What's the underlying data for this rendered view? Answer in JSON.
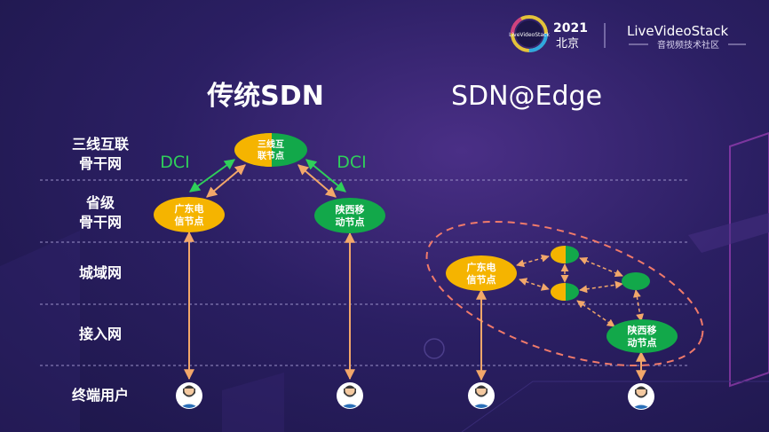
{
  "header": {
    "year": "2021",
    "city": "北京",
    "logo_badge_text": "LiveVideoStack",
    "brand": "LiveVideoStack",
    "brand_subtitle": "音视频技术社区"
  },
  "titles": {
    "left": "传统SDN",
    "right": "SDN@Edge"
  },
  "layers": [
    {
      "line1": "三线互联",
      "line2": "骨干网"
    },
    {
      "line1": "省级",
      "line2": "骨干网"
    },
    {
      "line1": "城域网",
      "line2": ""
    },
    {
      "line1": "接入网",
      "line2": ""
    },
    {
      "line1": "终端用户",
      "line2": ""
    }
  ],
  "labels": {
    "dci_left": "DCI",
    "dci_right": "DCI"
  },
  "nodes": {
    "three_line": {
      "line1": "三线互",
      "line2": "联节点"
    },
    "gd_left": {
      "line1": "广东电",
      "line2": "信节点"
    },
    "sx_left": {
      "line1": "陕西移",
      "line2": "动节点"
    },
    "gd_right": {
      "line1": "广东电",
      "line2": "信节点"
    },
    "sx_right": {
      "line1": "陕西移",
      "line2": "动节点"
    }
  },
  "colors": {
    "yellow": "#f5b400",
    "green": "#12a84a",
    "orange": "#f2a76a",
    "dci_green": "#2fcf5a",
    "dashed_red": "#f07a6a"
  }
}
